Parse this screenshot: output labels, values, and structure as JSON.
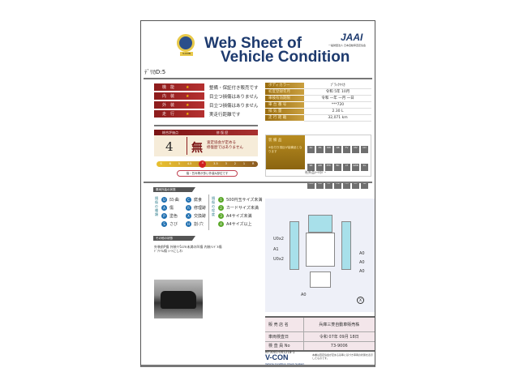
{
  "header": {
    "title_line1": "Web Sheet of",
    "title_line2": "Vehicle Condition",
    "logo_text": "V-CON",
    "org": "JAAI",
    "org_sub": "一般財団法人 日本自動車査定協会"
  },
  "vehicle_name": "ﾃﾞﾘｶD:5",
  "ratings": [
    {
      "label": "機　能",
      "text": "整備・保証付き販売です"
    },
    {
      "label": "内　装",
      "text": "目立つ損傷はありません"
    },
    {
      "label": "外　装",
      "text": "目立つ損傷はありません"
    },
    {
      "label": "走　行",
      "text": "実走行距離です"
    }
  ],
  "specs": [
    {
      "label": "ボディカラー",
      "value": "ﾌﾞﾗｯｸﾏｲｶ"
    },
    {
      "label": "初度登録年月",
      "value": "令和 5年 10月"
    },
    {
      "label": "車検有効期限",
      "value": "令和 一年 一月 一日"
    },
    {
      "label": "車 台 番 号",
      "value": "***720"
    },
    {
      "label": "排 気 量",
      "value": "2.30 L"
    },
    {
      "label": "走 行 距 離",
      "value": "32,071 km"
    }
  ],
  "score": {
    "header_left": "総合評価点",
    "header_right": "修 復 歴",
    "value": "4",
    "repair": "無",
    "repair_text1": "査定協会が定める",
    "repair_text2": "修復歴ではありません",
    "scale": [
      "S",
      "6",
      "5",
      "4.5",
      "4",
      "3.5",
      "3",
      "2",
      "1",
      "R"
    ],
    "note": "傷・凹み等が多い外装&部位です"
  },
  "equipment": {
    "label": "装 備 品",
    "note": "※色付き項目が装備品となります",
    "extra": "社外品ｼｰﾄｶﾊﾞｰ",
    "icons": [
      "AC",
      "PS",
      "PW",
      "AB",
      "TV",
      "NV",
      "CD",
      "SR",
      "AW",
      "ETC",
      "BC",
      "LT",
      "4WD",
      "KL",
      "ABS",
      "MD",
      "AT",
      "DR",
      "FD",
      "EC",
      "SK"
    ]
  },
  "exterior": {
    "title": "車両外装の状態",
    "types_label": "損傷の種類",
    "types": [
      {
        "code": "U",
        "label": "凹-曲"
      },
      {
        "code": "C",
        "label": "腐食"
      },
      {
        "code": "A",
        "label": "傷"
      },
      {
        "code": "R",
        "label": "修理跡"
      },
      {
        "code": "P",
        "label": "塗色"
      },
      {
        "code": "X",
        "label": "交換跡"
      },
      {
        "code": "S",
        "label": "さび"
      },
      {
        "code": "H",
        "label": "割-穴"
      }
    ],
    "levels_label": "損傷の程度",
    "levels": [
      {
        "code": "1",
        "label": "500円玉サイズ未満"
      },
      {
        "code": "2",
        "label": "カードサイズ未満"
      },
      {
        "code": "3",
        "label": "A4サイズ未満"
      },
      {
        "code": "4",
        "label": "A4サイズ以上"
      }
    ]
  },
  "other": {
    "title": "その他の状態",
    "line1": "外装前P傷 外装ﾘｱ1cm未満の凹傷 内装ﾊﾝﾄﾞﾙ傷",
    "line2": "ﾄﾞｱﾄﾘﾑ傷 ｼｰﾄにしわ"
  },
  "diagram": {
    "marks": [
      "U0x2",
      "A1",
      "U0x2",
      "A0",
      "A0",
      "A0",
      "A0"
    ],
    "x_mark": "X"
  },
  "dealer": [
    {
      "label": "販 売 店 名",
      "value": "兵庫三菱自動車販売株"
    },
    {
      "label": "車両検査日",
      "value": "令和 07年 09月 18日"
    },
    {
      "label": "検 査 員 No",
      "value": "73-9006"
    }
  ],
  "footer": {
    "cert": "N73001-001218-1",
    "brand": "V-CON",
    "brand_sub": "Vehicle Condition Check System",
    "notice": "本書は査定協会が定める基準に基づき車両の状態を表示したものです。"
  },
  "colors": {
    "navy": "#1d3a6e",
    "red": "#8c1c1c",
    "gold": "#b08a2a",
    "lavender": "#eef0f8"
  }
}
